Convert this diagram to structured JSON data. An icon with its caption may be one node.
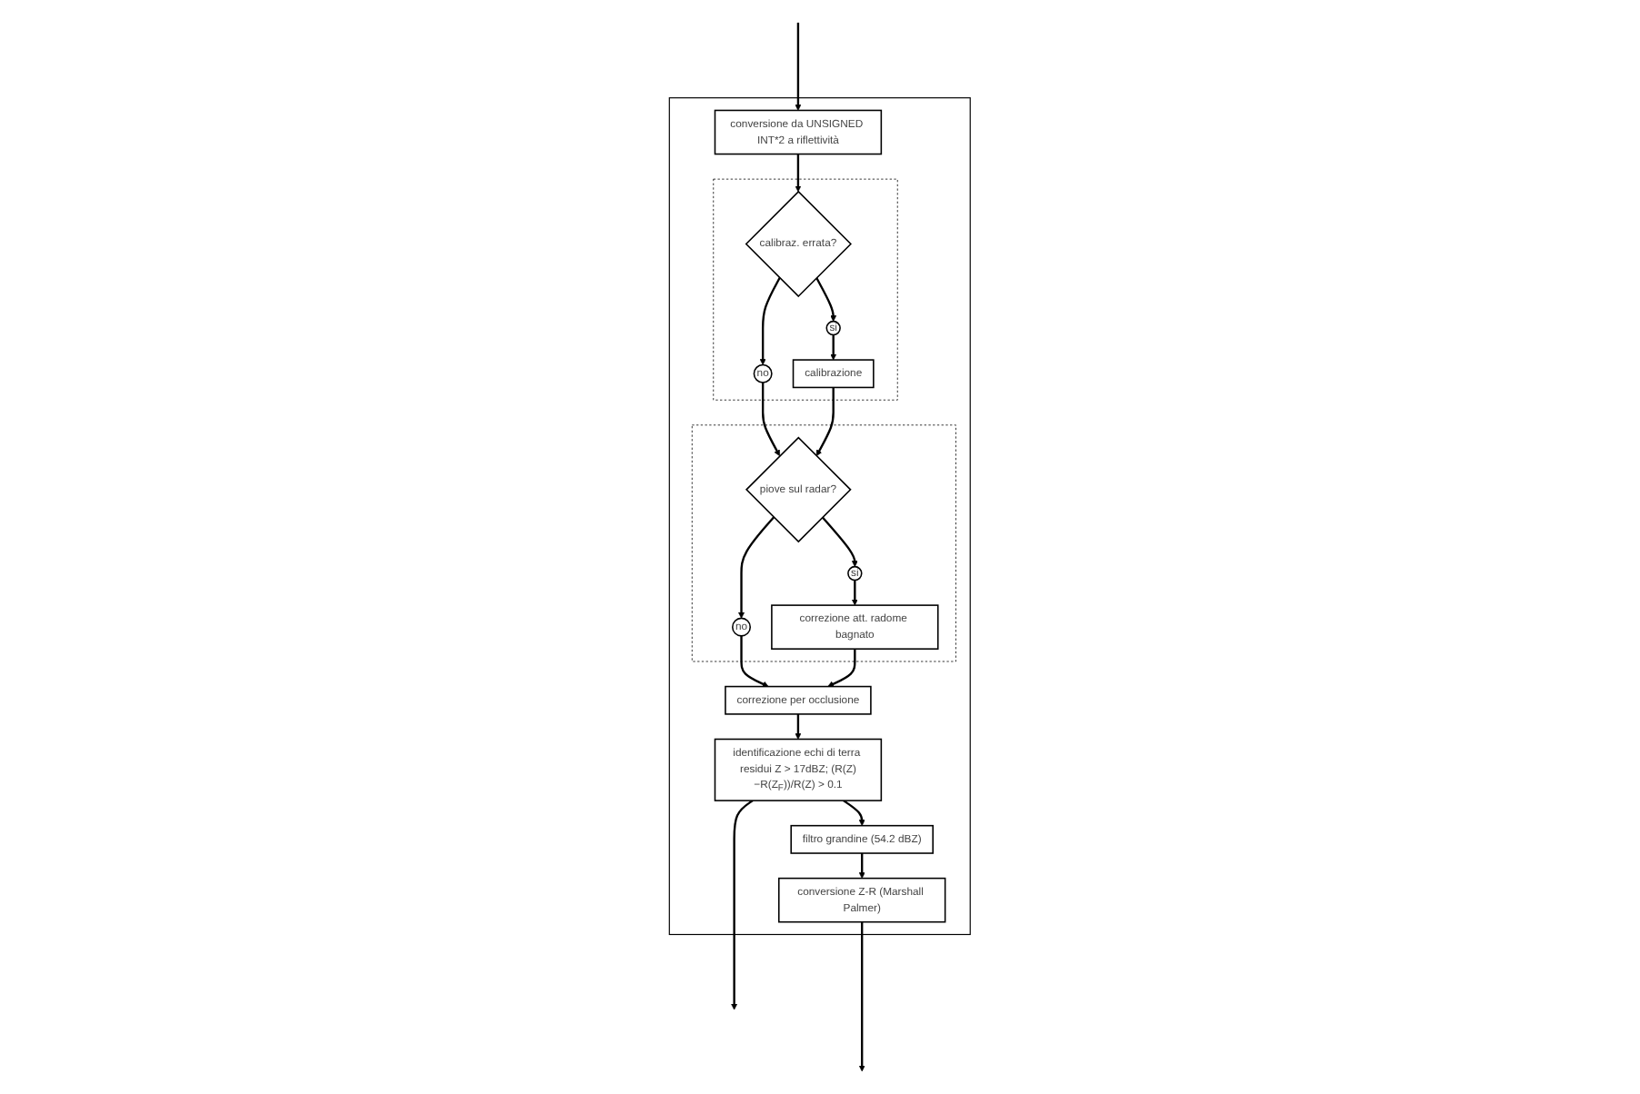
{
  "diagram": {
    "nodes": [
      {
        "text": [],
        "shape": "box"
      },
      {
        "text": [
          "conversione da UNSIGNED INT*2 a riflettività"
        ],
        "in": 0
      },
      {
        "text": [],
        "shape": "box",
        "in": 0
      },
      {
        "text": [
          "calibraz. errata?"
        ],
        "in": 2
      },
      {
        "text": [
          "no"
        ],
        "in": 2
      },
      {
        "text": [
          "si"
        ],
        "in": 2
      },
      {
        "text": [
          "calibrazione"
        ],
        "in": 2
      },
      {
        "text": [],
        "shape": "box",
        "in": 0
      },
      {
        "text": [
          "piove sul radar?"
        ],
        "in": 7
      },
      {
        "text": [
          "no"
        ],
        "in": 7
      },
      {
        "text": [
          "si"
        ],
        "in": 7
      },
      {
        "text": [
          "correzione att. radome bagnato"
        ],
        "in": 7
      },
      {
        "text": [
          "correzione per occlusione"
        ],
        "in": 0
      },
      {
        "text": [
          "identificazione echi di terra residui Z > 17dBZ; (R(Z)−R(Z$_{F}$))/R(Z) > 0.1"
        ],
        "in": 0
      },
      {
        "text": [
          "filtro grandine (54.2 dBZ)"
        ],
        "in": 0
      },
      {
        "text": [
          "conversione Z-R (Marshall Palmer)"
        ],
        "in": 0
      }
    ],
    "edges": [
      {
        "from": null,
        "to": 1,
        "arrow": "to"
      },
      {
        "from": 1,
        "to": 3,
        "arrow": "to"
      },
      {
        "from": 3,
        "to": 4,
        "arrow": "to"
      },
      {
        "from": 3,
        "to": 5,
        "arrow": "to"
      },
      {
        "from": 5,
        "to": 6,
        "arrow": "to"
      },
      {
        "from": 4,
        "to": 8,
        "arrow": "to"
      },
      {
        "from": 6,
        "to": 8,
        "arrow": "to"
      },
      {
        "from": 8,
        "to": 9,
        "arrow": "to"
      },
      {
        "from": 8,
        "to": 10,
        "arrow": "to"
      },
      {
        "from": 10,
        "to": 11,
        "arrow": "to"
      },
      {
        "from": 9,
        "to": 12,
        "arrow": "to"
      },
      {
        "from": 11,
        "to": 12,
        "arrow": "to"
      },
      {
        "from": 12,
        "to": 13,
        "arrow": "to"
      },
      {
        "from": 13,
        "to": null,
        "arrow": "to"
      },
      {
        "from": 13,
        "to": 14,
        "arrow": "to"
      },
      {
        "from": 14,
        "to": 15,
        "arrow": "to"
      },
      {
        "from": 15,
        "to": null,
        "arrow": "to"
      }
    ]
  }
}
